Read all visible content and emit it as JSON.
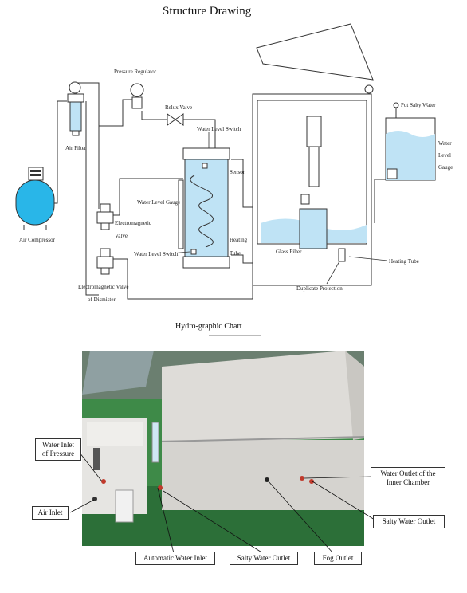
{
  "diagram": {
    "title": "Structure Drawing",
    "labels": {
      "air_compressor": "Air Compressor",
      "air_filter": "Air Filter",
      "pressure_regulator": "Pressure Regulator",
      "relux_valve": "Relux Valve",
      "water_level_switch_top": "Water Level Switch",
      "sensor": "Sensor",
      "water_level_gauge": "Water Level Gauge",
      "heating_tube_1": "Heating",
      "heating_tube_2": "Tube",
      "water_level_switch_bottom": "Water Level Switch",
      "electromagnetic_valve_1": "Electromagnetic",
      "electromagnetic_valve_2": "Valve",
      "em_valve_demister_1": "Electromagnetic Valve",
      "em_valve_demister_2": "of Dismister",
      "glass_filter": "Glass Filter",
      "duplicate_protection": "Duplicate Protection",
      "heating_tube_right": "Heating Tube",
      "put_salty_water": "Put Salty Water",
      "wlg_right_1": "Water",
      "wlg_right_2": "Level",
      "wlg_right_3": "Gauge"
    },
    "caption": "Hydro-graphic Chart"
  },
  "photo_labels": {
    "water_inlet_1": "Water Inlet",
    "water_inlet_2": "of Pressure",
    "air_inlet": "Air Inlet",
    "automatic_water_inlet": "Automatic Water Inlet",
    "salty_water_outlet_bottom": "Salty Water Outlet",
    "fog_outlet": "Fog Outlet",
    "water_outlet_inner_1": "Water Outlet of the",
    "water_outlet_inner_2": "Inner Chamber",
    "salty_water_outlet_right": "Salty Water Outlet"
  },
  "colors": {
    "water": "#bfe3f5",
    "water_dark": "#29b6e8",
    "line": "#333333",
    "floor": "#2f7a3c",
    "machine": "#d9d9d6"
  }
}
